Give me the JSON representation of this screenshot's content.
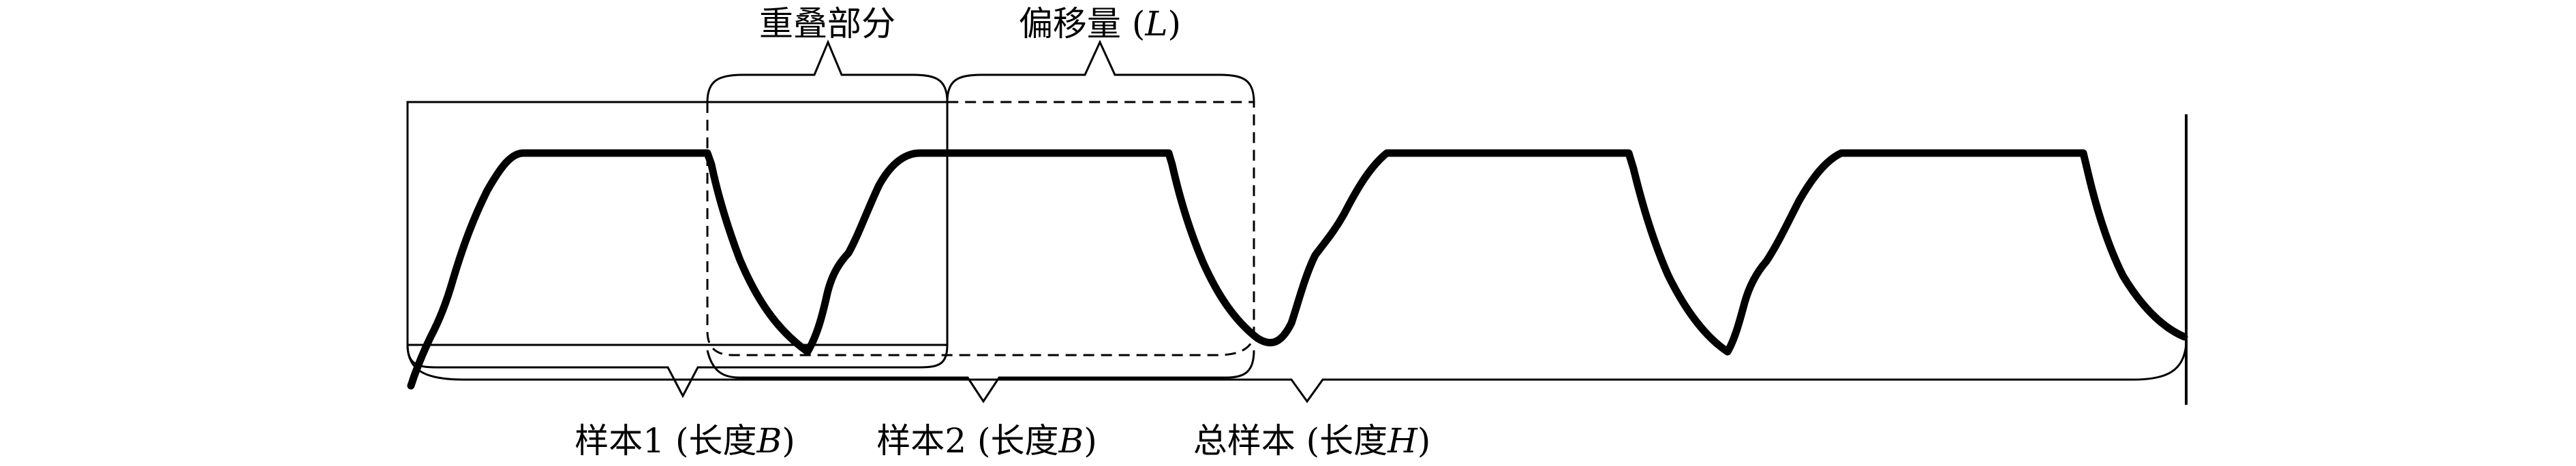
{
  "labels": {
    "overlap": "重叠部分",
    "offset_prefix": "偏移量 (",
    "offset_var": "L",
    "offset_suffix": ")",
    "sample1_prefix": "样本1 (长度",
    "sample1_var": "B",
    "sample1_suffix": ")",
    "sample2_prefix": "样本2 (长度",
    "sample2_var": "B",
    "sample2_suffix": ")",
    "total_prefix": "总样本 (长度",
    "total_var": "H",
    "total_suffix": ")"
  },
  "colors": {
    "stroke": "#000000",
    "background": "#ffffff"
  }
}
